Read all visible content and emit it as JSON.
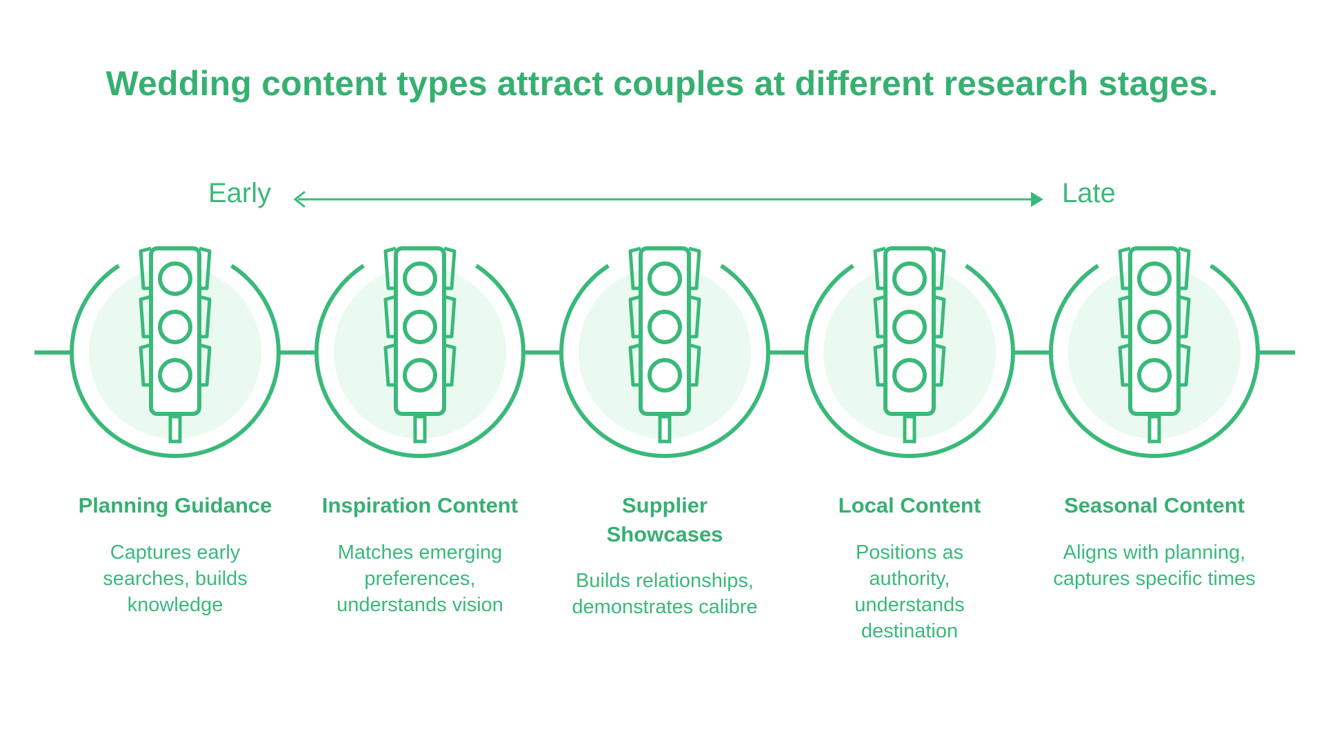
{
  "title": "Wedding content types attract couples at different research stages.",
  "scale": {
    "start_label": "Early",
    "end_label": "Late"
  },
  "colors": {
    "accent": "#3ab97a",
    "circle_fill": "#eafaf1",
    "background": "#ffffff"
  },
  "stages": [
    {
      "icon": "traffic-light-icon",
      "title": "Planning Guidance",
      "description": "Captures early searches, builds knowledge"
    },
    {
      "icon": "traffic-light-icon",
      "title": "Inspiration Content",
      "description": "Matches emerging preferences, understands vision"
    },
    {
      "icon": "traffic-light-icon",
      "title": "Supplier Showcases",
      "description": "Builds relationships, demonstrates calibre"
    },
    {
      "icon": "traffic-light-icon",
      "title": "Local Content",
      "description": "Positions as authority, understands destination"
    },
    {
      "icon": "traffic-light-icon",
      "title": "Seasonal Content",
      "description": "Aligns with planning, captures specific times"
    }
  ]
}
